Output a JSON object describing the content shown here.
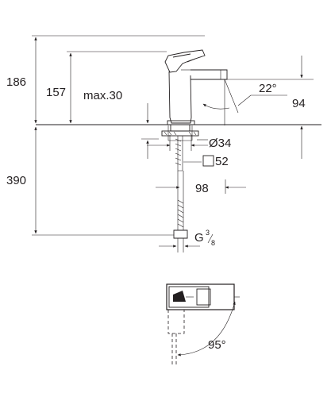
{
  "dimensions": {
    "total_height": "186",
    "spout_height": "157",
    "max_thickness": "max.30",
    "spout_angle": "22°",
    "spout_reach": "94",
    "hole_diameter": "Ø34",
    "square_base": "52",
    "hose_length": "390",
    "center_offset": "98",
    "thread_prefix": "G",
    "thread_num": "3",
    "thread_den": "8",
    "lever_rotation": "95°"
  }
}
